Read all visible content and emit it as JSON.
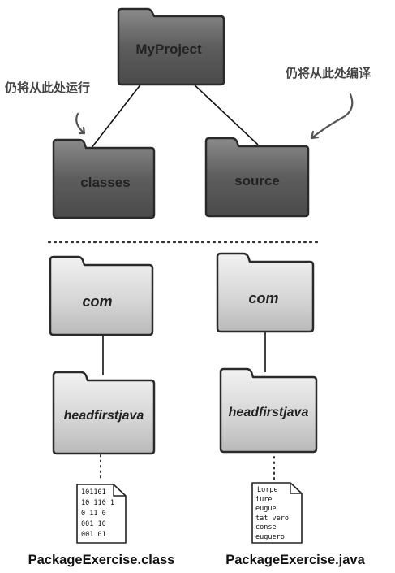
{
  "folders": {
    "root": "MyProject",
    "classes": "classes",
    "source": "source",
    "com_left": "com",
    "com_right": "com",
    "pkg_left": "headfirstjava",
    "pkg_right": "headfirstjava"
  },
  "notes": {
    "run": "仍将从此处运行",
    "compile": "仍将从此处编译"
  },
  "files": {
    "class_file": {
      "lines": [
        "101101",
        "10 110 1",
        "0 11 0",
        "001 10",
        "001 01"
      ],
      "caption": "PackageExercise.class"
    },
    "java_file": {
      "lines": [
        "Lorpe",
        "iure",
        "eugue",
        "tat vero",
        "conse",
        "euguero"
      ],
      "caption": "PackageExercise.java"
    }
  },
  "colors": {
    "dark_folder": "#6b6b6b",
    "light_folder": "#d9d9d9",
    "outline": "#2a2a2a"
  }
}
